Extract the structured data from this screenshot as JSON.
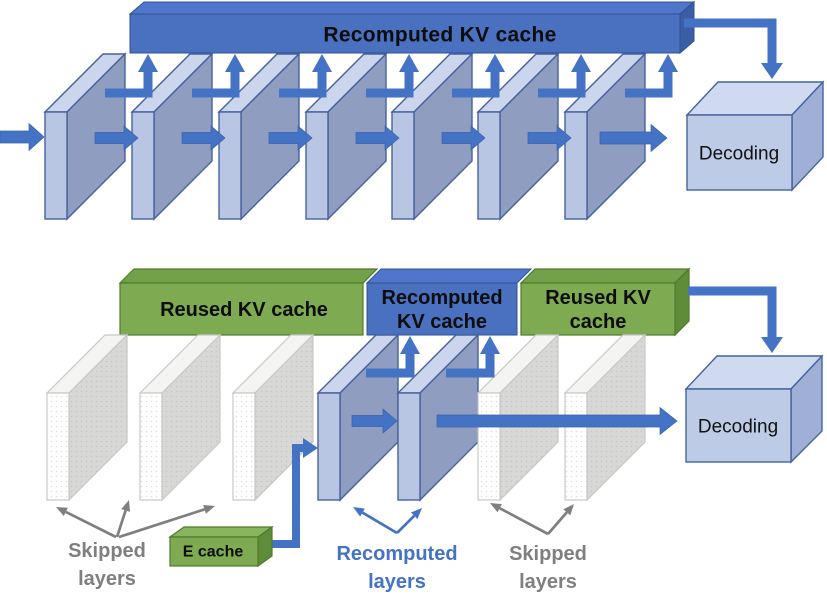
{
  "colors": {
    "arrow_blue": "#4472C4",
    "bar_blue_front": "#4A70C0",
    "bar_blue_top": "#5076CB",
    "bar_blue_side": "#3A5DA6",
    "layer_front": "#B9C6E3",
    "layer_top": "#CBD5EC",
    "layer_side": "#8F9EC0",
    "layer_border": "#47619E",
    "green_front": "#7EAA52",
    "green_top": "#73A04A",
    "green_side": "#5E8C38",
    "ecache_top": "#8AB55F",
    "cube_front": "#BECBE6",
    "cube_top": "#CFDAF0",
    "cube_side": "#A0AFD6",
    "skipped_front": "#FFFFFF",
    "skipped_side": "#D8D8D6",
    "skipped_border": "#C8C8C6",
    "gray_label": "#7F7F7F",
    "blue_label": "#4472C4",
    "text_black": "#0D0D0D"
  },
  "top_pipeline": {
    "cache_bar_label": "Recomputed KV cache",
    "layer_count": 7,
    "decoding_label": "Decoding"
  },
  "bottom_pipeline": {
    "reused_left_bar_label": "Reused KV cache",
    "recomputed_bar_line1": "Recomputed",
    "recomputed_bar_line2": "KV cache",
    "reused_right_bar_line1": "Reused KV",
    "reused_right_bar_line2": "cache",
    "e_cache_label": "E cache",
    "decoding_label": "Decoding",
    "skipped_left": {
      "line1": "Skipped",
      "line2": "layers",
      "layer_count": 3
    },
    "recomputed_layers": {
      "line1": "Recomputed",
      "line2": "layers",
      "layer_count": 2
    },
    "skipped_right": {
      "line1": "Skipped",
      "line2": "layers",
      "layer_count": 2
    }
  }
}
